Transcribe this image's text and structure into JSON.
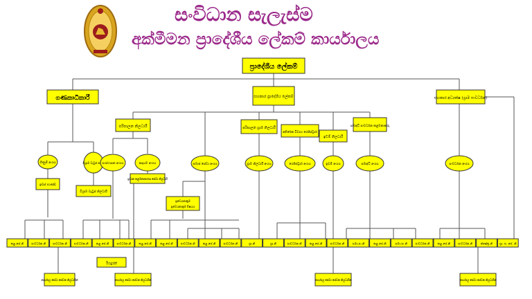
{
  "header": {
    "title": "සංවිධාන සැලැස්ම",
    "subtitle": "අක්මීමන ප්‍රාදේශීය ලේකම් කාර්යාලය"
  },
  "colors": {
    "box_fill": "#ffff00",
    "line": "#555555",
    "title": "#9b2a8a",
    "emblem_gold": "#d9a520",
    "emblem_red": "#9c1c1c"
  },
  "nodes": {
    "secretary": "ප්‍රාදේශීය ලේකම්",
    "accountant": "ගණකාධිකාරී",
    "asst_secretary": "සහකාර ප්‍රාදේශීය ලේකම්",
    "asst_director": "සහකාර අධ්‍යක්ෂ (ග්‍රාම සංවර්ධන)",
    "admin_officer": "පරිපාලන නිලධාරී",
    "admin_gn_officer": "පරිපාලන ග්‍රාම නිලධාරී",
    "registrar": "අතිරේක විවාහ රෙජිස්ට්‍රාර්",
    "land_officer": "ඉඩම් නිලධාරී",
    "samurdhi_manager": "සමෘද්ධි සංවර්ධන කළමනාකරු",
    "accounts_div": "ගිණුම් අංශය",
    "pension_div": "විශ්‍රාම වැටුප් අංශය",
    "estab_div": "සංස්ථාපන අංශය",
    "income_div": "ආදායම අංශය",
    "social_div": "සමාජ සේවා අංශය",
    "gn_div": "ග්‍රාම නිලධාරී අංශය",
    "registrar_div": "රෙජිස්ට්‍රාර් අංශය",
    "land_div": "ඉඩම් අංශය",
    "samurdhi_div": "සමෘද්ධි අංශය",
    "dev_div": "සංවර්ධන අංශය",
    "stores_keeper": "ඉඩස් භාණ්ඩ",
    "pension_officer": "විශ්‍රාම වැටුප් නිලධාරී",
    "mgmt_asst_small": "ප්‍රධාන කළමනාකරණ සේවා නිලධාරී",
    "pravesha_small": "ප්‍රවේශනාක්‍රම",
    "pravesha_box": "ප්‍රවේශනාක්‍රම විෂයය",
    "computer": "රියදුරන්",
    "office_aide_1": "කාර්යාල සේවා සේවක නිලධාරීන්",
    "office_aide_2": "කාර්යාල සේවා සේවක නිලධාරීන්",
    "office_aide_3": "කාර්යාල සේවා සේවක නිලධාරීන්",
    "office_aide_4": "කාර්යාල සේවා සේවක නිලධාරීන්",
    "bottom_row": [
      "කළ.සේ.නි",
      "සංවර්ධන.නි",
      "සංවර්ධන.නි",
      "සංවර්ධන.නි",
      "කළ.සේ.නි",
      "සංවර්ධන.නි",
      "කළ.සේ.නි",
      "කළ.සේ.නි",
      "සංවර්ධන.නි",
      "කළ.සේ.නි",
      "සංවර්ධන.නි",
      "ග්‍රා.නි",
      "ග්‍රා.නි",
      "සංවර්ධන.නි",
      "කළ.සේ.නි",
      "සංවර්ධන.නි",
      "සමා.සං.නි",
      "කළ.සේ.නි",
      "සමා.සං.නි",
      "සංවර්ධන.නි",
      "කළ.සේ.නි",
      "සංවර්ධන.නි",
      "ක්ෂේත්‍ර.නි",
      "ග්‍රා. ස. සේ. නි"
    ]
  }
}
